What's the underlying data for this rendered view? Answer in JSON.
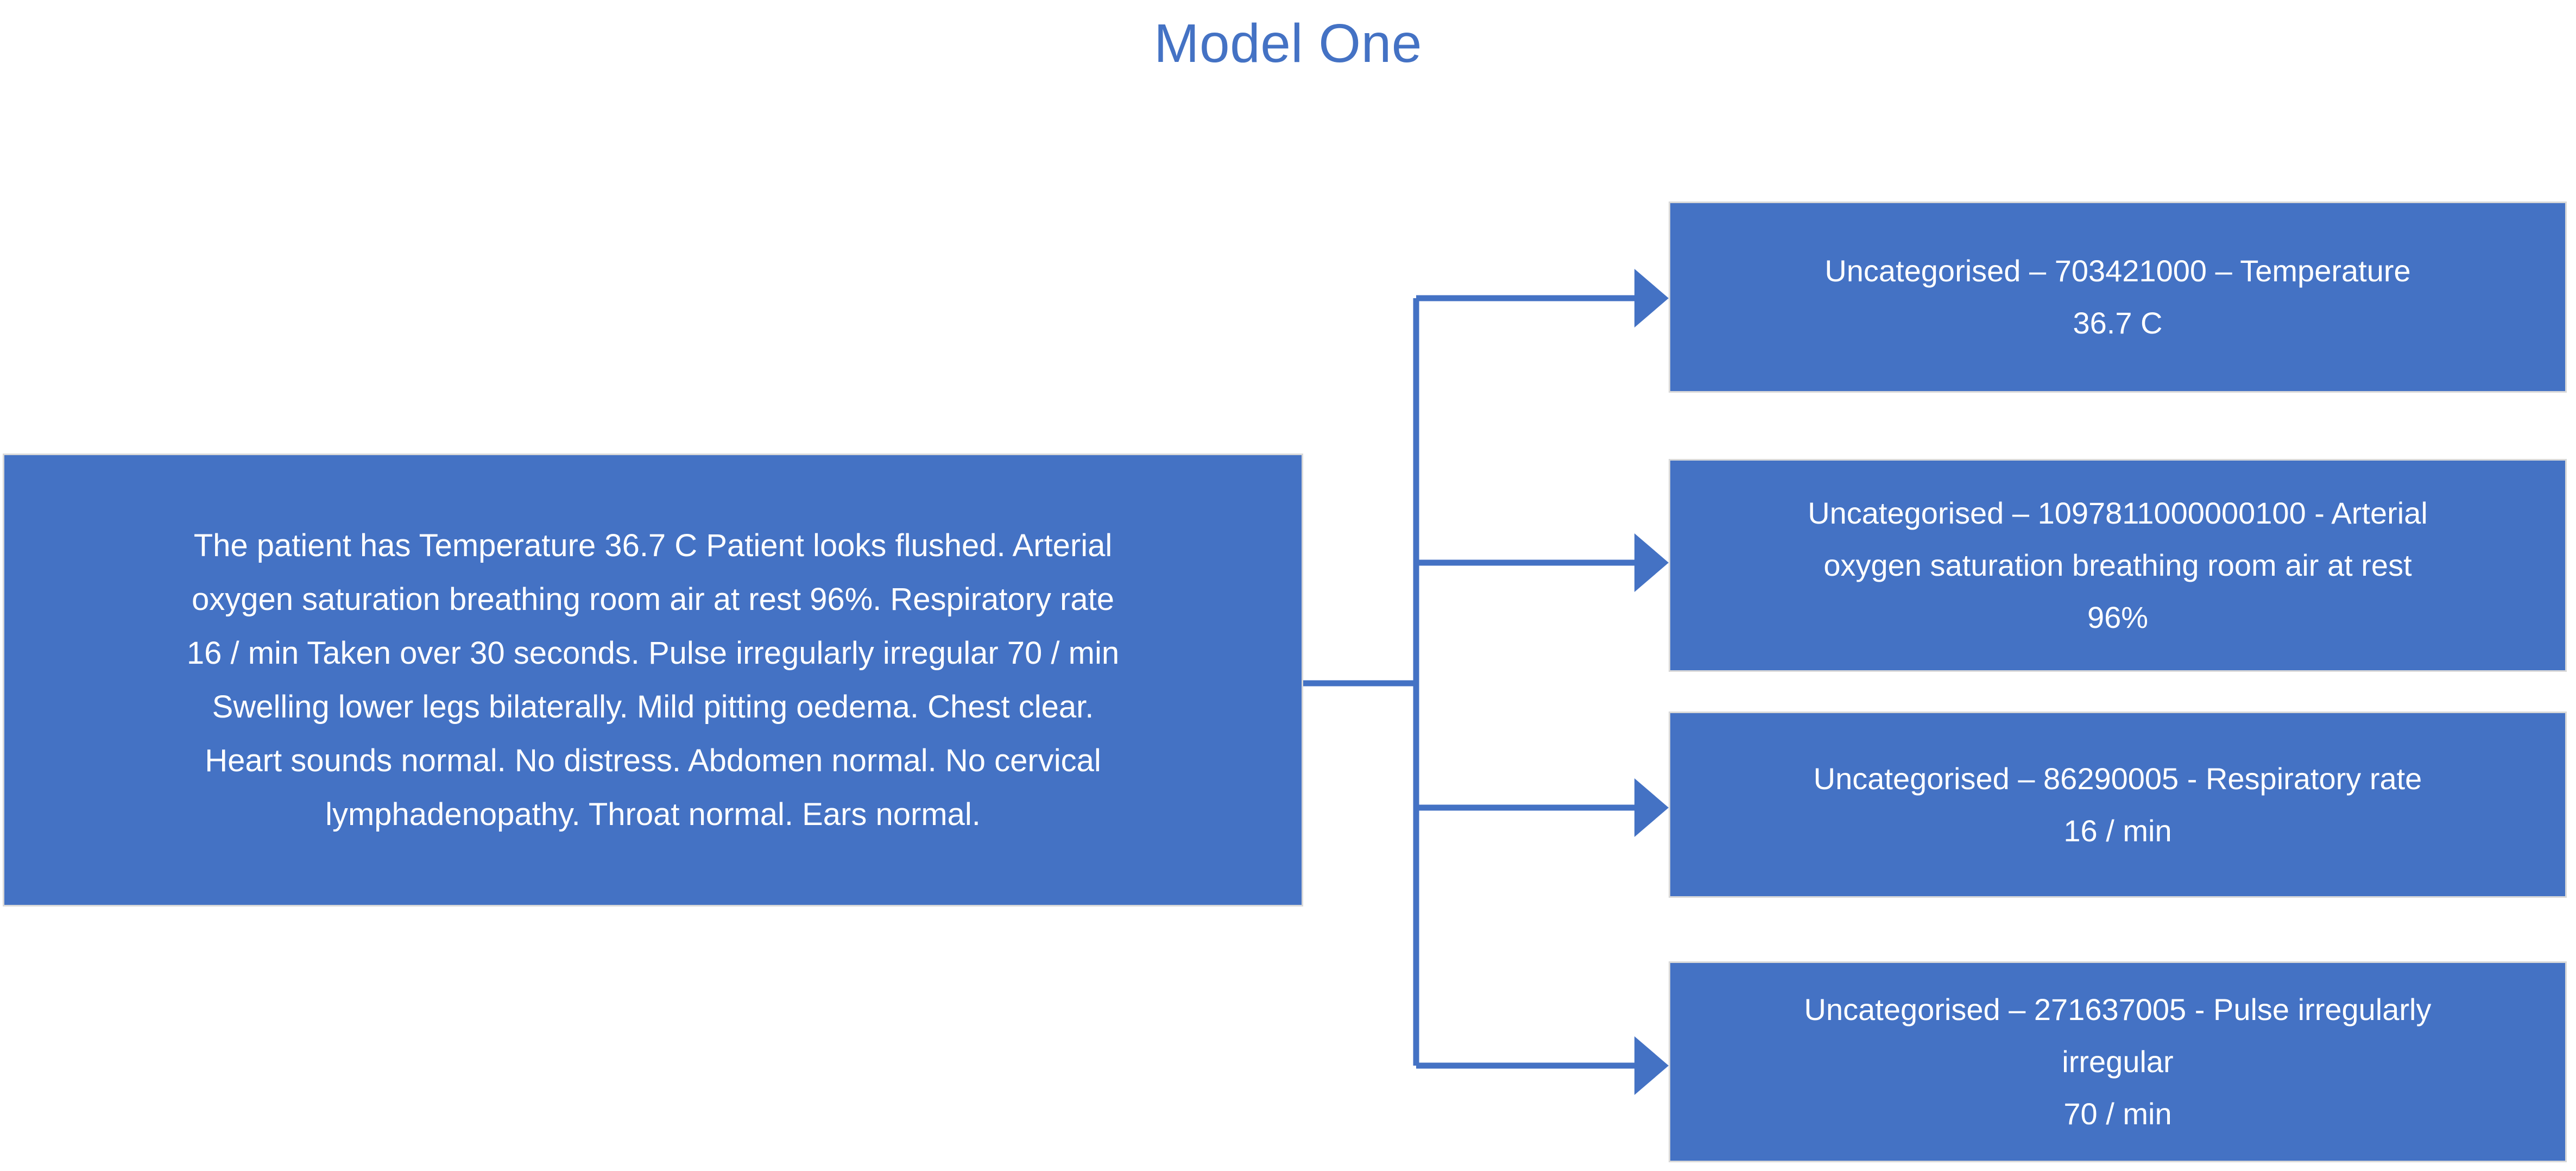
{
  "slide": {
    "title": "Model One",
    "title_color": "#4472C4",
    "background_color": "#FFFFFF",
    "box_fill_color": "#4472C4",
    "box_border_color": "#D9D9D9",
    "box_text_color": "#FFFFFF",
    "connector_color": "#4472C4"
  },
  "source": {
    "name": "clinical-note",
    "lines": [
      "The patient has Temperature 36.7 C Patient looks flushed. Arterial",
      "oxygen saturation breathing room air at rest 96%. Respiratory rate",
      "16 / min Taken over 30 seconds. Pulse irregularly irregular 70 / min",
      "Swelling lower legs bilaterally. Mild pitting oedema. Chest clear.",
      "Heart sounds normal. No distress. Abdomen normal. No cervical",
      "lymphadenopathy. Throat normal. Ears normal."
    ]
  },
  "outputs": [
    {
      "id": "out-1",
      "category": "Uncategorised",
      "code": "703421000",
      "term": "Temperature",
      "value": "36.7 C",
      "lines": [
        "Uncategorised – 703421000 – Temperature",
        "36.7 C"
      ]
    },
    {
      "id": "out-2",
      "category": "Uncategorised",
      "code": "1097811000000100",
      "term": "Arterial oxygen saturation breathing room air at rest",
      "value": "96%",
      "lines": [
        "Uncategorised – 1097811000000100 - Arterial",
        "oxygen saturation breathing room air at rest",
        "96%"
      ]
    },
    {
      "id": "out-3",
      "category": "Uncategorised",
      "code": "86290005",
      "term": "Respiratory rate",
      "value": "16 / min",
      "lines": [
        "Uncategorised – 86290005 - Respiratory rate",
        "16 / min"
      ]
    },
    {
      "id": "out-4",
      "category": "Uncategorised",
      "code": "271637005",
      "term": "Pulse irregularly irregular",
      "value": "70 / min",
      "lines": [
        "Uncategorised – 271637005 - Pulse irregularly",
        "irregular",
        "70 / min"
      ]
    }
  ]
}
